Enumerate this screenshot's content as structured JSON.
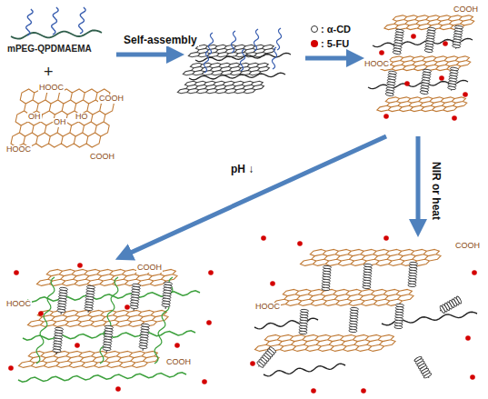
{
  "diagram": {
    "labels": [
      "mPEG-QPDMAEMA",
      "+",
      "Self-assembly",
      "pH ↓",
      "NIR or heat",
      "HOOC",
      "COOH",
      "OH",
      "OH",
      "HO",
      "HOOC",
      "COOH",
      "COOH",
      "HOOC",
      "COOH",
      "HOOC",
      "COOH",
      "COOH",
      "HOOC"
    ],
    "legend": [
      {
        "text": ": α-CD"
      },
      {
        "text": ": 5-FU",
        "color": "#d40000"
      }
    ]
  }
}
